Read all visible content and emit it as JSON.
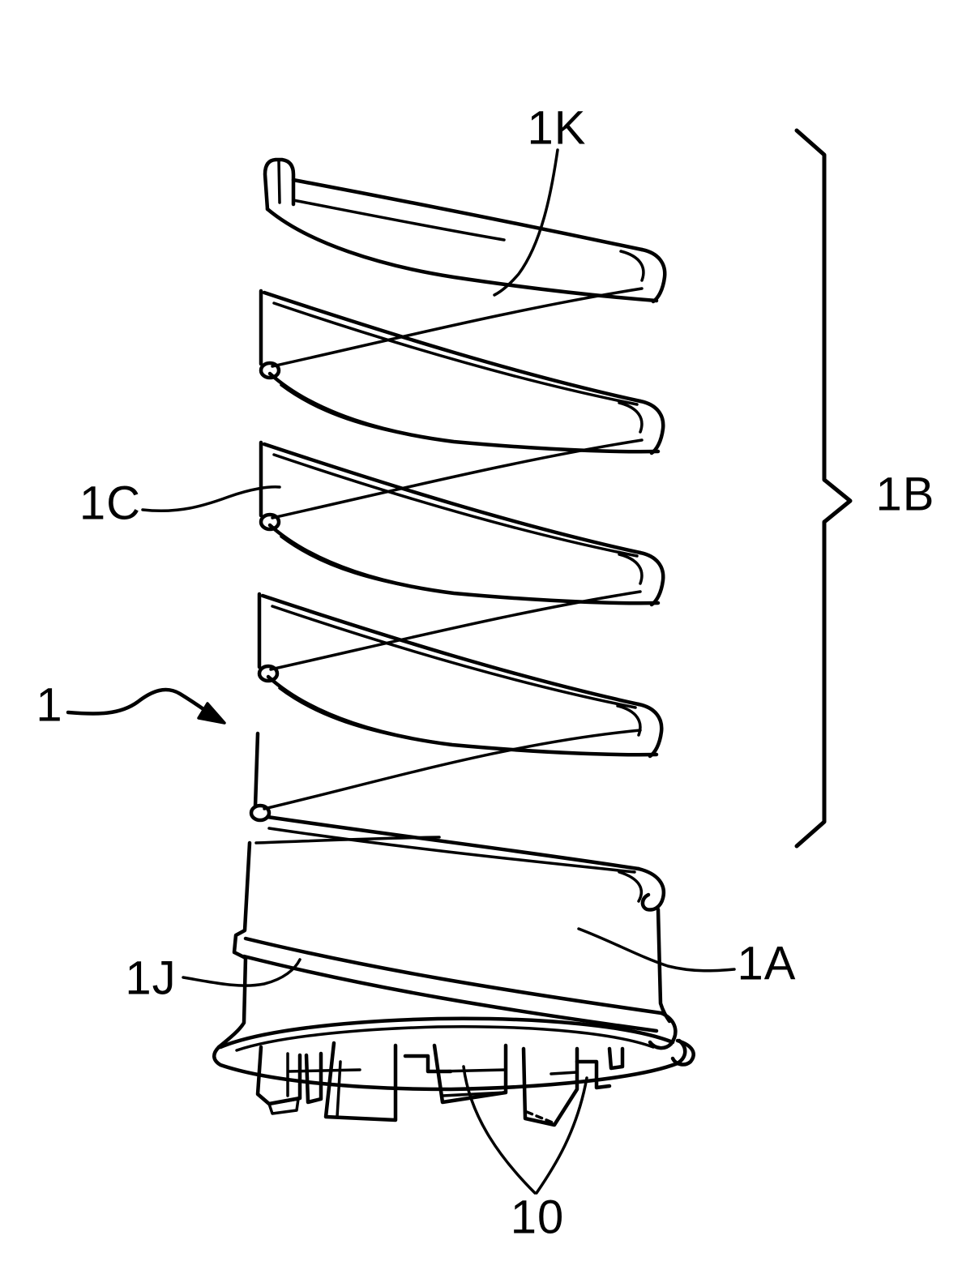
{
  "figure": {
    "description": "Patent drawing of a coil spring assembly",
    "labels": {
      "ref_1K": "1K",
      "ref_1B": "1B",
      "ref_1C": "1C",
      "ref_1": "1",
      "ref_1J": "1J",
      "ref_1A": "1A",
      "ref_10": "10"
    },
    "line_color": "#000000",
    "background_color": "#ffffff"
  }
}
